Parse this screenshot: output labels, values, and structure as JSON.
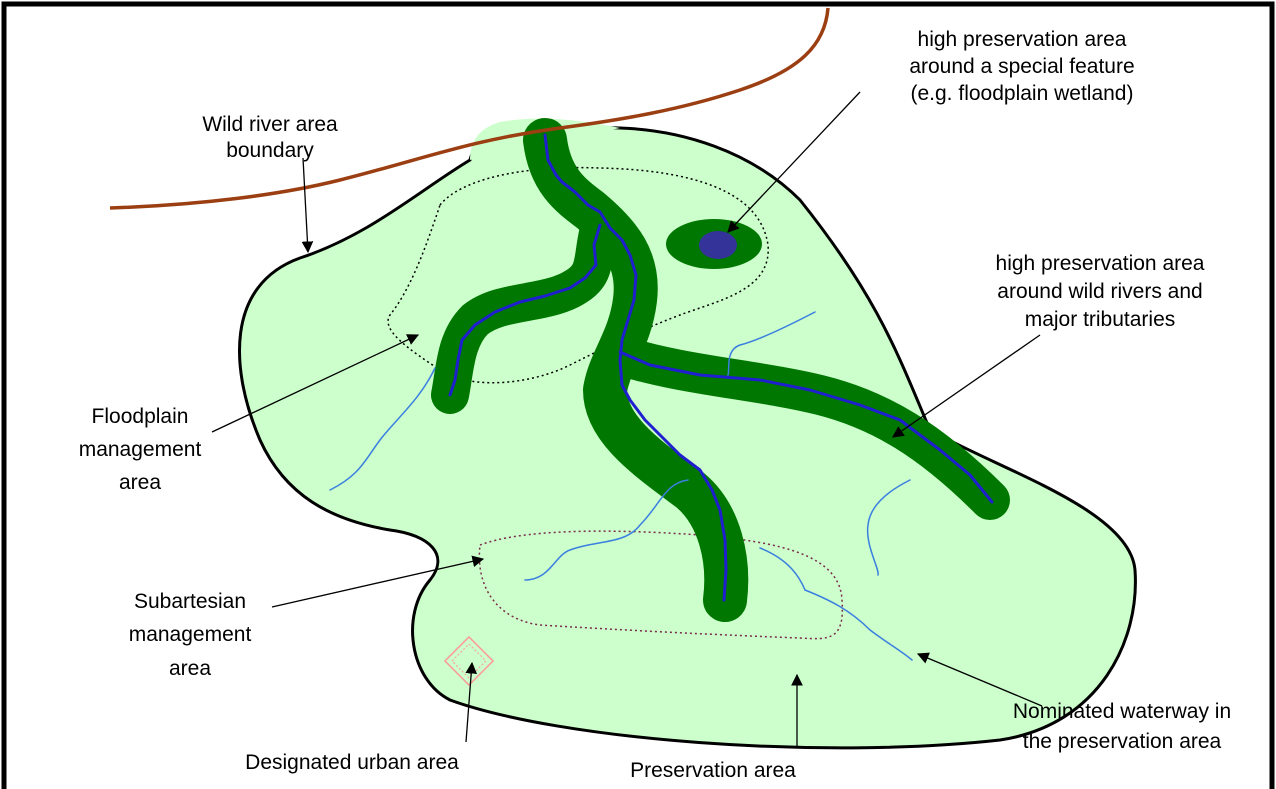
{
  "labels": {
    "wild_river_boundary": [
      "Wild river area",
      "boundary"
    ],
    "special_feature": [
      "high preservation area",
      "around a special feature",
      "(e.g. floodplain wetland)"
    ],
    "wild_rivers": [
      "high preservation area",
      "around wild rivers and",
      "major tributaries"
    ],
    "floodplain": [
      "Floodplain",
      "management",
      "area"
    ],
    "subartesian": [
      "Subartesian",
      "management",
      "area"
    ],
    "designated_urban": "Designated urban area",
    "preservation": "Preservation area",
    "nominated_waterway": [
      "Nominated waterway in",
      "the preservation area"
    ]
  },
  "colors": {
    "preservation_fill": "#ccffcc",
    "high_preservation": "#007700",
    "river": "#1f1fd0",
    "tributary": "#3a7fe0",
    "wetland": "#333399",
    "boundary_line": "#9b3f12",
    "urban_outline": "#ff9999",
    "subartesian_outline": "#7a2a4a"
  }
}
